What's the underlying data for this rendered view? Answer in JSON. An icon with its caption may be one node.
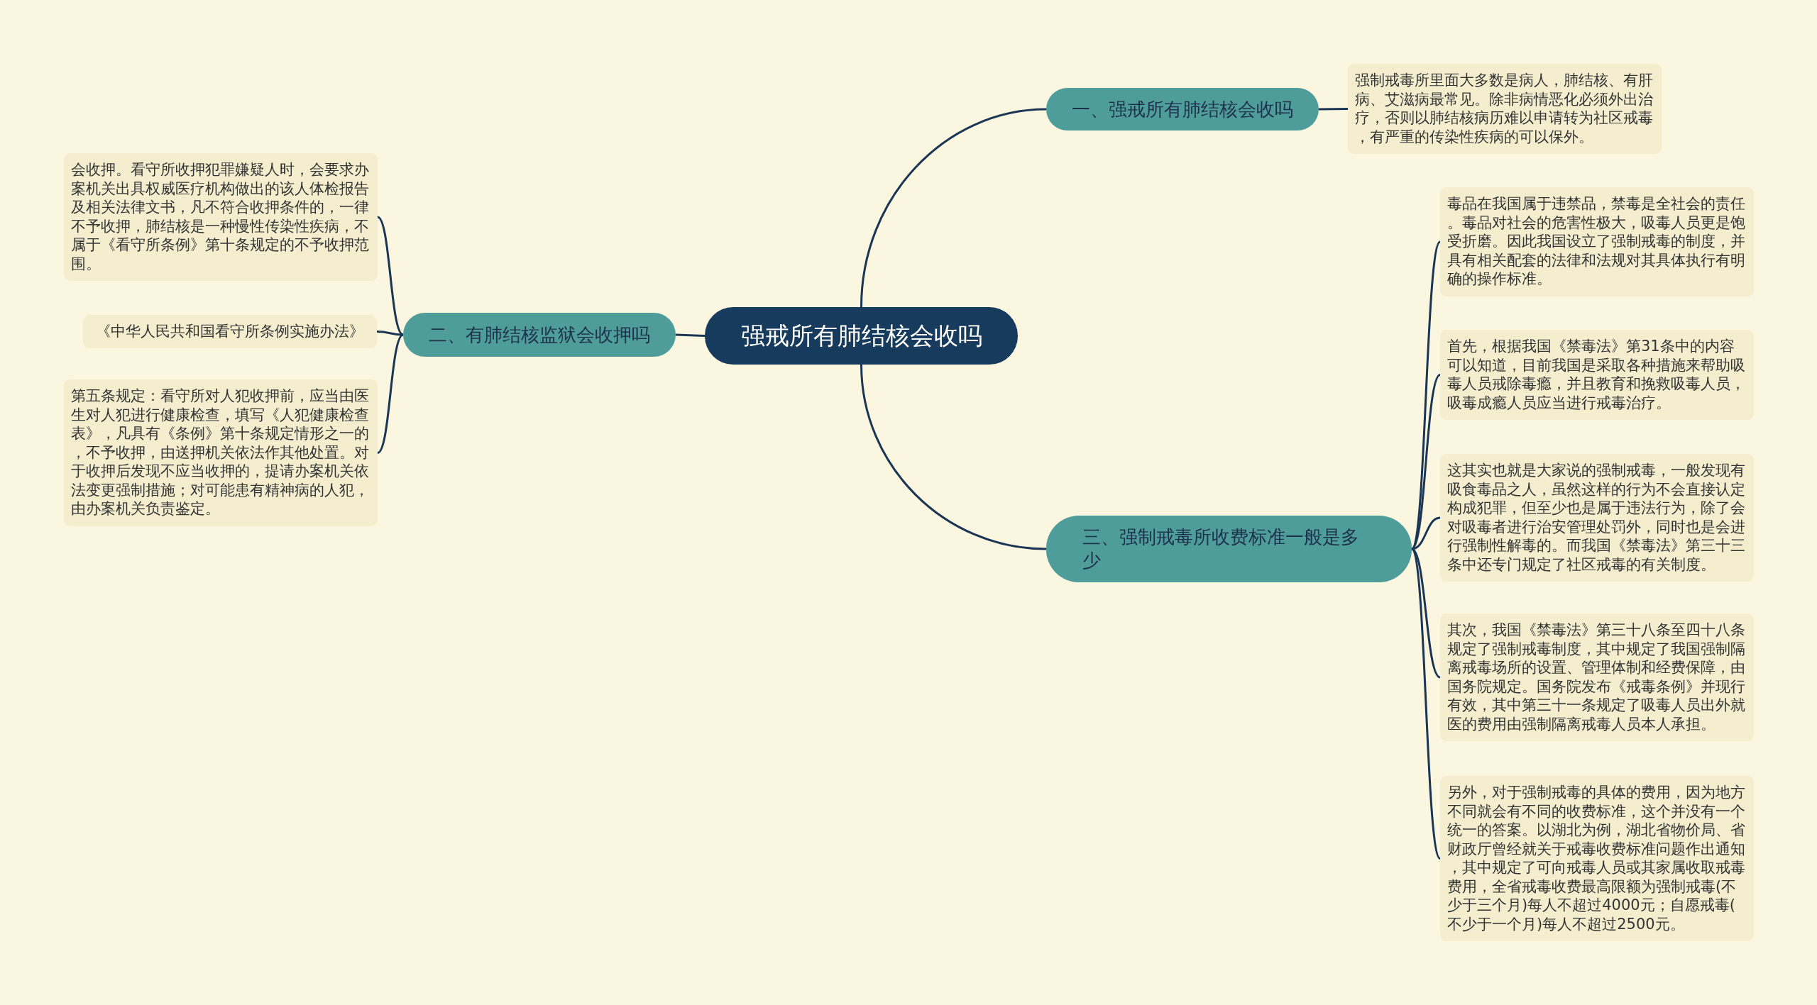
{
  "diagram": {
    "nodes": [
      {
        "text": [
          "强戒所有肺结核会收吗"
        ]
      },
      {
        "text": [
          "一、强戒所有肺结核会收吗"
        ]
      },
      {
        "text": [
          "强制戒毒所里面大多数是病人，肺结核、有肝病、艾滋病最常见。除非病情恶化必须外出治疗，否则以肺结核病历难以申请转为社区戒毒，有严重的传染性疾病的可以保外。"
        ]
      },
      {
        "text": [
          "二、有肺结核监狱会收押吗"
        ]
      },
      {
        "text": [
          "会收押。看守所收押犯罪嫌疑人时，会要求办案机关出具权威医疗机构做出的该人体检报告及相关法律文书，凡不符合收押条件的，一律不予收押，肺结核是一种慢性传染性疾病，不属于《看守所条例》第十条规定的不予收押范围。"
        ]
      },
      {
        "text": [
          "《中华人民共和国看守所条例实施办法》"
        ]
      },
      {
        "text": [
          "第五条规定：看守所对人犯收押前，应当由医生对人犯进行健康检查，填写《人犯健康检查表》，凡具有《条例》第十条规定情形之一的，不予收押，由送押机关依法作其他处置。对于收押后发现不应当收押的，提请办案机关依法变更强制措施；对可能患有精神病的人犯，由办案机关负责鉴定。"
        ]
      },
      {
        "text": [
          "三、强制戒毒所收费标准一般是多少"
        ]
      },
      {
        "text": [
          "毒品在我国属于违禁品，禁毒是全社会的责任。毒品对社会的危害性极大，吸毒人员更是饱受折磨。因此我国设立了强制戒毒的制度，并具有相关配套的法律和法规对其具体执行有明确的操作标准。"
        ]
      },
      {
        "text": [
          "首先，根据我国《禁毒法》第31条中的内容可以知道，目前我国是采取各种措施来帮助吸毒人员戒除毒瘾，并且教育和挽救吸毒人员，吸毒成瘾人员应当进行戒毒治疗。"
        ]
      },
      {
        "text": [
          "这其实也就是大家说的强制戒毒，一般发现有吸食毒品之人，虽然这样的行为不会直接认定构成犯罪，但至少也是属于违法行为，除了会对吸毒者进行治安管理处罚外，同时也是会进行强制性解毒的。而我国《禁毒法》第三十三条中还专门规定了社区戒毒的有关制度。"
        ]
      },
      {
        "text": [
          "其次，我国《禁毒法》第三十八条至四十八条规定了强制戒毒制度，其中规定了我国强制隔离戒毒场所的设置、管理体制和经费保障，由国务院规定。国务院发布《戒毒条例》并现行有效，其中第三十一条规定了吸毒人员出外就医的费用由强制隔离戒毒人员本人承担。"
        ]
      },
      {
        "text": [
          "另外，对于强制戒毒的具体的费用，因为地方不同就会有不同的收费标准，这个并没有一个统一的答案。以湖北为例，湖北省物价局、省财政厅曾经就关于戒毒收费标准问题作出通知，其中规定了可向戒毒人员或其家属收取戒毒费用，全省戒毒收费最高限额为强制戒毒(不少于三个月)每人不超过4000元；自愿戒毒(不少于一个月)每人不超过2500元。"
        ]
      }
    ],
    "edges": [
      {
        "from": 0,
        "to": 1,
        "arrow": "none"
      },
      {
        "from": 1,
        "to": 2,
        "arrow": "none"
      },
      {
        "from": 0,
        "to": 3,
        "arrow": "none"
      },
      {
        "from": 3,
        "to": 4,
        "arrow": "none"
      },
      {
        "from": 3,
        "to": 5,
        "arrow": "none"
      },
      {
        "from": 3,
        "to": 6,
        "arrow": "none"
      },
      {
        "from": 0,
        "to": 7,
        "arrow": "none"
      },
      {
        "from": 7,
        "to": 8,
        "arrow": "none"
      },
      {
        "from": 7,
        "to": 9,
        "arrow": "none"
      },
      {
        "from": 7,
        "to": 10,
        "arrow": "none"
      },
      {
        "from": 7,
        "to": 11,
        "arrow": "none"
      },
      {
        "from": 7,
        "to": 12,
        "arrow": "none"
      }
    ]
  }
}
